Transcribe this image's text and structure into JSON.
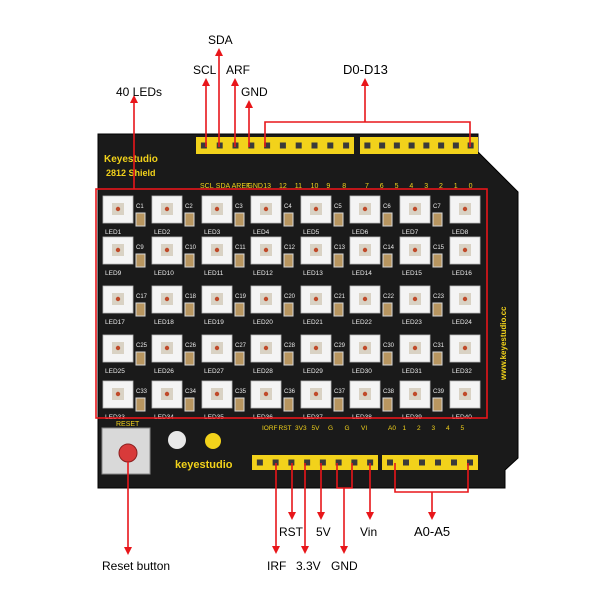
{
  "board": {
    "brand_line1": "Keyestudio",
    "brand_line2": "2812 Shield",
    "side_text": "www.keyestudio.cc",
    "logo_text": "keyestudio",
    "reset_silk": "RESET",
    "top_left_pins": [
      "SCL",
      "SDA",
      "AREF",
      "GND",
      "13",
      "12",
      "11",
      "10",
      "9",
      "8"
    ],
    "top_right_pins": [
      "7",
      "6",
      "5",
      "4",
      "3",
      "2",
      "1",
      "0"
    ],
    "bottom_left_pins": [
      "IORF",
      "RST",
      "3V3",
      "5V",
      "G",
      "G",
      "VI"
    ],
    "bottom_right_pins": [
      "A0",
      "1",
      "2",
      "3",
      "4",
      "5"
    ],
    "led_labels": [
      "LED1",
      "LED2",
      "LED3",
      "LED4",
      "LED5",
      "LED6",
      "LED7",
      "LED8",
      "LED9",
      "LED10",
      "LED11",
      "LED12",
      "LED13",
      "LED14",
      "LED15",
      "LED16",
      "LED17",
      "LED18",
      "LED19",
      "LED20",
      "LED21",
      "LED22",
      "LED23",
      "LED24",
      "LED25",
      "LED26",
      "LED27",
      "LED28",
      "LED29",
      "LED30",
      "LED31",
      "LED32",
      "LED33",
      "LED34",
      "LED35",
      "LED36",
      "LED37",
      "LED38",
      "LED39",
      "LED40"
    ],
    "cap_labels": [
      "C1",
      "C2",
      "C3",
      "C4",
      "C5",
      "C6",
      "C7",
      "C9",
      "C10",
      "C11",
      "C12",
      "C13",
      "C14",
      "C15",
      "C17",
      "C18",
      "C19",
      "C20",
      "C21",
      "C22",
      "C23",
      "C25",
      "C26",
      "C27",
      "C28",
      "C29",
      "C30",
      "C31",
      "C33",
      "C34",
      "C35",
      "C36",
      "C37",
      "C38",
      "C39"
    ]
  },
  "annotations": {
    "sda": "SDA",
    "scl": "SCL",
    "arf": "ARF",
    "gnd_top": "GND",
    "d0_d13": "D0-D13",
    "leds": "40 LEDs",
    "reset": "Reset button",
    "irf": "IRF",
    "rst": "RST",
    "v33": "3.3V",
    "v5": "5V",
    "gnd_bottom": "GND",
    "vin": "Vin",
    "a0_a5": "A0-A5"
  },
  "colors": {
    "pcb": "#1a1a1a",
    "header": "#f2d21b",
    "silk": "#f2d21b",
    "annotation": "#e8161a",
    "led_body": "#f4f4f4",
    "reset_button": "#d83a3a"
  }
}
